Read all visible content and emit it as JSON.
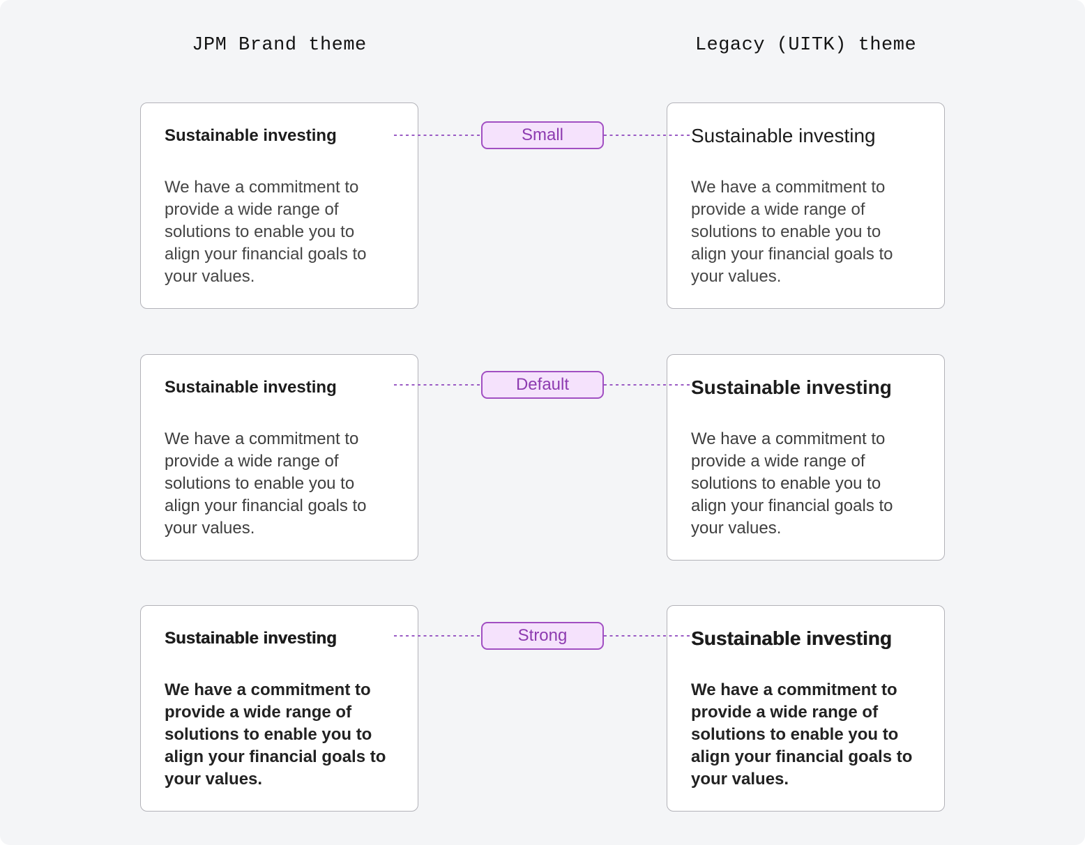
{
  "header": {
    "left_column_title": "JPM Brand theme",
    "right_column_title": "Legacy (UITK) theme"
  },
  "rows": [
    {
      "badge": "Small",
      "title": "Sustainable investing",
      "body": "We have a commitment to\nprovide a wide range of\nsolutions to enable you to\nalign your financial goals to\nyour values."
    },
    {
      "badge": "Default",
      "title": "Sustainable investing",
      "body": "We have a commitment to\nprovide a wide range of\nsolutions to enable you to\nalign your financial goals to\nyour values."
    },
    {
      "badge": "Strong",
      "title": "Sustainable investing",
      "body": "We have a commitment to\nprovide a wide range of\nsolutions to enable you to\nalign your financial goals to\nyour values."
    }
  ],
  "colors": {
    "page_background": "#f4f5f7",
    "card_background": "#ffffff",
    "card_border": "#b2b2b8",
    "badge_background": "#f5e2fc",
    "badge_border": "#a14fc2",
    "badge_text": "#8d3bb0",
    "connector_line": "#9a5bc4",
    "title_text": "#1c1c1c",
    "body_text": "#3e3e3e"
  }
}
